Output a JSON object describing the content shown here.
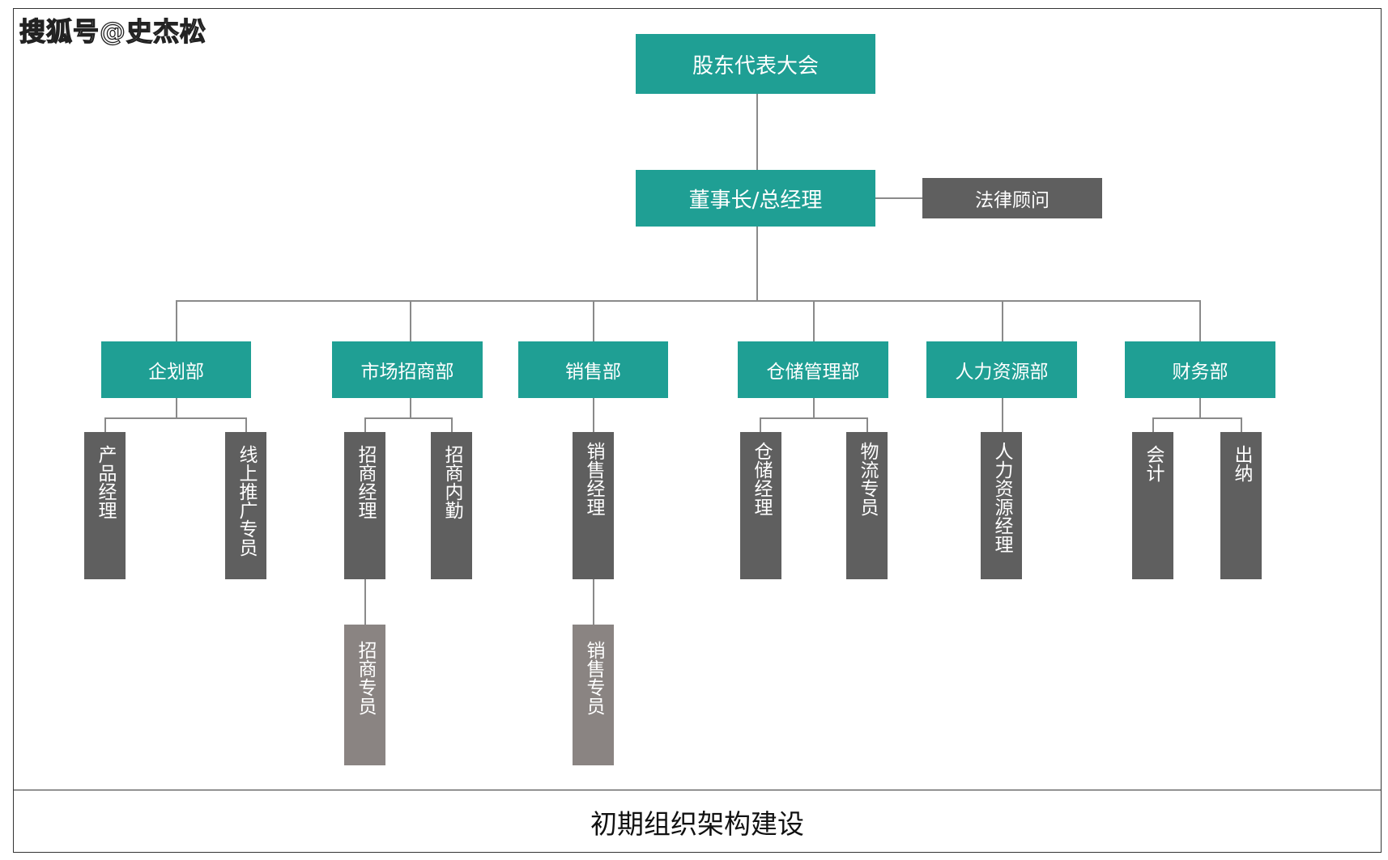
{
  "watermark": "搜狐号@史杰松",
  "caption": "初期组织架构建设",
  "top": {
    "shareholders": "股东代表大会",
    "chairman": "董事长/总经理",
    "legal": "法律顾问"
  },
  "departments": [
    {
      "name": "企划部",
      "roles": [
        "产品经理",
        "线上推广专员"
      ]
    },
    {
      "name": "市场招商部",
      "roles": [
        "招商经理",
        "招商内勤"
      ],
      "sub": "招商专员"
    },
    {
      "name": "销售部",
      "roles": [
        "销售经理"
      ],
      "sub": "销售专员"
    },
    {
      "name": "仓储管理部",
      "roles": [
        "仓储经理",
        "物流专员"
      ]
    },
    {
      "name": "人力资源部",
      "roles": [
        "人力资源经理"
      ]
    },
    {
      "name": "财务部",
      "roles": [
        "会计",
        "出纳"
      ]
    }
  ],
  "colors": {
    "department": "#1f9f94",
    "role": "#5f5f5f",
    "subrole": "#8a8482",
    "connector": "#8a8a8a"
  }
}
